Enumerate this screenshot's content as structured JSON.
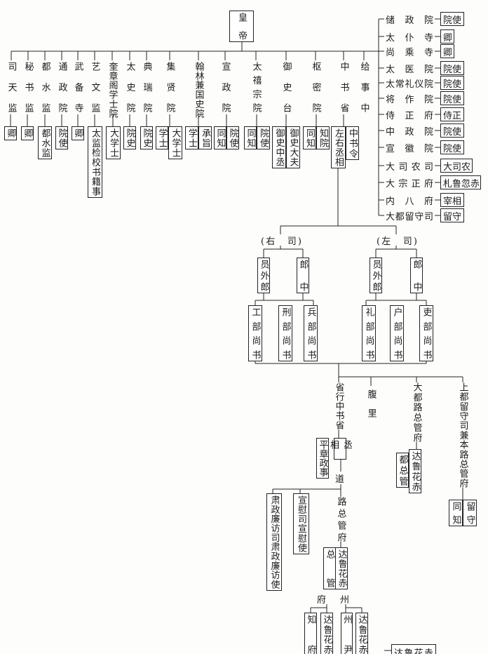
{
  "emperor": "皇帝",
  "top_row": [
    {
      "name": "司天监",
      "officials": [
        "卿"
      ]
    },
    {
      "name": "秘书监",
      "officials": [
        "卿"
      ]
    },
    {
      "name": "都水监",
      "officials": [
        "都水监"
      ]
    },
    {
      "name": "通政院",
      "officials": [
        "院使"
      ]
    },
    {
      "name": "武备寺",
      "officials": [
        "卿"
      ]
    },
    {
      "name": "艺文监",
      "officials": [
        "太监检校书籍事"
      ]
    },
    {
      "name": "奎章阁学士院",
      "officials": [
        "大学士"
      ]
    },
    {
      "name": "太史院",
      "officials": [
        "院史"
      ]
    },
    {
      "name": "典瑞院",
      "officials": [
        "院史"
      ]
    },
    {
      "name": "集贤院",
      "officials": [
        "学士",
        "大学士"
      ]
    },
    {
      "name": "翰林兼国史院",
      "officials": [
        "学士",
        "承旨"
      ]
    },
    {
      "name": "宣政院",
      "officials": [
        "同知",
        "院使"
      ]
    },
    {
      "name": "太禧宗院",
      "officials": [
        "同知",
        "院使"
      ]
    },
    {
      "name": "御史台",
      "officials": [
        "御史中丞",
        "御史大夫"
      ]
    },
    {
      "name": "枢密院",
      "officials": [
        "同知",
        "知院"
      ]
    },
    {
      "name": "中书省",
      "officials": [
        "左右丞相",
        "中书令"
      ]
    },
    {
      "name": "给事中",
      "officials": []
    }
  ],
  "right_list": [
    {
      "name": "储政院",
      "official": "院使"
    },
    {
      "name": "太仆寺",
      "official": "卿"
    },
    {
      "name": "尚乘寺",
      "official": "卿"
    },
    {
      "name": "太医院",
      "official": "院使"
    },
    {
      "name": "太常礼仪院",
      "official": "院使"
    },
    {
      "name": "将作院",
      "official": "院使"
    },
    {
      "name": "侍正府",
      "official": "侍正"
    },
    {
      "name": "中政院",
      "official": "院使"
    },
    {
      "name": "宣徽院",
      "official": "院使"
    },
    {
      "name": "大司农司",
      "official": "大司农"
    },
    {
      "name": "大宗正府",
      "official": "札鲁忽赤"
    },
    {
      "name": "内八府",
      "official": "宰相"
    },
    {
      "name": "大都留守司",
      "official": "留守"
    }
  ],
  "right_branch": {
    "label": "(右　司)",
    "officials": [
      "员外郎",
      "郎中"
    ],
    "ministries": [
      "工部尚书",
      "刑部尚书",
      "兵部尚书"
    ]
  },
  "left_branch": {
    "label": "(左　司)",
    "officials": [
      "员外郎",
      "郎中"
    ],
    "ministries": [
      "礼部尚书",
      "户部尚书",
      "吏部尚书"
    ]
  },
  "local": {
    "province": {
      "name": "省行中书省",
      "officials": [
        "平章政事",
        "丞相"
      ]
    },
    "fuli": "腹里",
    "dadu": {
      "name": "大都路总管府",
      "officials": [
        "都总管",
        "达鲁花赤"
      ]
    },
    "shangdu": {
      "name": "上都留守司兼本路总管府",
      "officials": [
        "同知",
        "留守"
      ]
    },
    "dao": "道",
    "dao_offices": [
      "肃政廉访司肃政廉访使",
      "宣慰司宣慰使"
    ],
    "lu": {
      "name": "路总管府",
      "officials": [
        "总管",
        "达鲁花赤"
      ]
    },
    "fu": {
      "name": "府",
      "officials": [
        "知府",
        "达鲁花赤"
      ]
    },
    "zhou": {
      "name": "州",
      "officials": [
        "州尹",
        "达鲁花赤"
      ]
    },
    "county_official": "达鲁花赤"
  }
}
